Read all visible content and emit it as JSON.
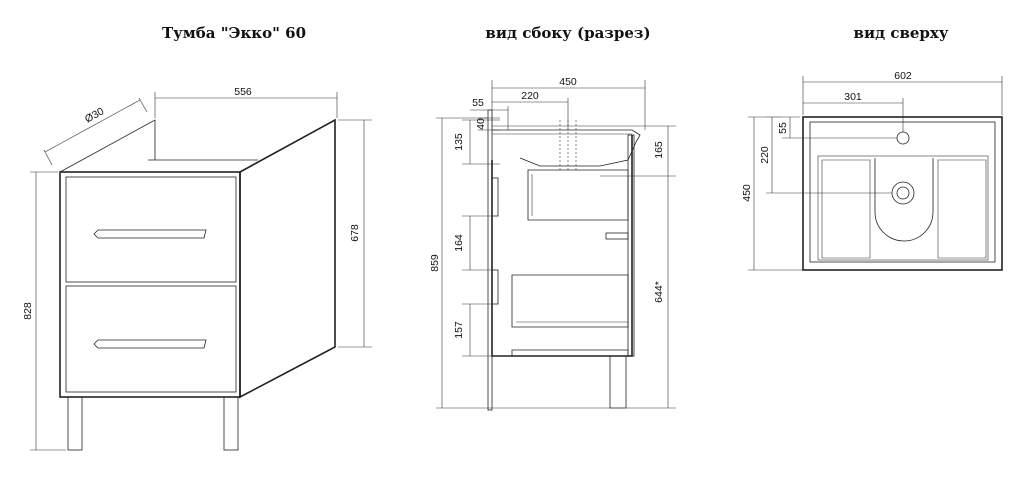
{
  "titles": {
    "front": "Тумба \"Экко\" 60",
    "side": "вид сбоку (разрез)",
    "top": "вид сверху"
  },
  "dims": {
    "front": {
      "width": "556",
      "depth": "Ø30",
      "height_total": "828",
      "height_body": "678"
    },
    "side": {
      "depth": "450",
      "d220": "220",
      "d55": "55",
      "d40": "40",
      "h135": "135",
      "h165": "165",
      "h164": "164",
      "h157": "157",
      "h859": "859",
      "h644": "644*"
    },
    "top": {
      "width": "602",
      "w301": "301",
      "d55": "55",
      "d220": "220",
      "depth": "450"
    }
  }
}
